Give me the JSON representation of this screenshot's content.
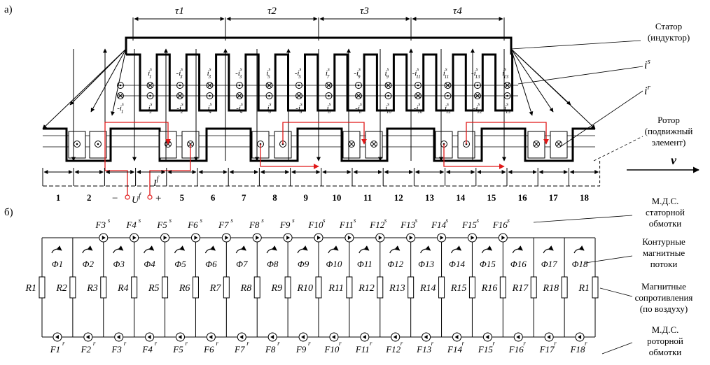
{
  "panel_labels": {
    "a": "а)",
    "b": "б)"
  },
  "tau_labels": [
    "τ1",
    "τ2",
    "τ3",
    "τ4"
  ],
  "stator_label": [
    "Статор",
    "(индуктор)"
  ],
  "rotor_label": [
    "Ротор",
    "(подвижный",
    "элемент)"
  ],
  "current_labels": {
    "is": "i",
    "is_sup": "s",
    "ir": "i",
    "ir_sup": "r"
  },
  "velocity_label": "v",
  "segment_numbers": [
    "1",
    "2",
    "3",
    "4",
    "5",
    "6",
    "7",
    "8",
    "9",
    "10",
    "11",
    "12",
    "13",
    "14",
    "15",
    "16",
    "17",
    "18"
  ],
  "stator_top_labels": [
    "i1",
    "-i3",
    "i3",
    "-i3",
    "i5",
    "-i5",
    "i7",
    "-i9",
    "i9",
    "-i11",
    "i11",
    "-i13",
    "i13"
  ],
  "stator_bottom_labels": [
    "-i1",
    "i2",
    "-i2",
    "i4",
    "-i4",
    "i6",
    "-i6",
    "i8",
    "-i8",
    "i10",
    "-i10",
    "i12",
    "-i12",
    "i13"
  ],
  "supply_labels": {
    "minus": "−",
    "plus": "+",
    "voltage": "U",
    "voltage_sup": "f",
    "current": "I",
    "current_sup": "f"
  },
  "mmf_stator_labels": [
    "F3",
    "F4",
    "F5",
    "F6",
    "F7",
    "F8",
    "F9",
    "F10",
    "F11",
    "F12",
    "F13",
    "F14",
    "F15",
    "F16"
  ],
  "flux_labels": [
    "Φ1",
    "Φ2",
    "Φ3",
    "Φ4",
    "Φ5",
    "Φ6",
    "Φ7",
    "Φ8",
    "Φ9",
    "Φ10",
    "Φ11",
    "Φ12",
    "Φ13",
    "Φ14",
    "Φ15",
    "Φ16",
    "Φ17",
    "Φ18"
  ],
  "resistance_labels": [
    "R1",
    "R2",
    "R3",
    "R4",
    "R5",
    "R6",
    "R7",
    "R8",
    "R9",
    "R10",
    "R11",
    "R12",
    "R13",
    "R14",
    "R15",
    "R16",
    "R17",
    "R18",
    "R1"
  ],
  "mmf_rotor_labels": [
    "F1",
    "F2",
    "F3",
    "F4",
    "F5",
    "F6",
    "F7",
    "F8",
    "F9",
    "F10",
    "F11",
    "F12",
    "F13",
    "F14",
    "F15",
    "F16",
    "F17",
    "F18"
  ],
  "legend_b": {
    "stator_mmf": [
      "М.Д.С.",
      "статорной",
      "обмотки"
    ],
    "contour_flux": [
      "Контурные",
      "магнитные",
      "потоки"
    ],
    "magnetic_resistance": [
      "Магнитные",
      "сопротивления",
      "(по воздуху)"
    ],
    "rotor_mmf": [
      "М.Д.С.",
      "роторной",
      "обмотки"
    ]
  },
  "colors": {
    "line": "#000000",
    "red_path": "#e01818"
  }
}
